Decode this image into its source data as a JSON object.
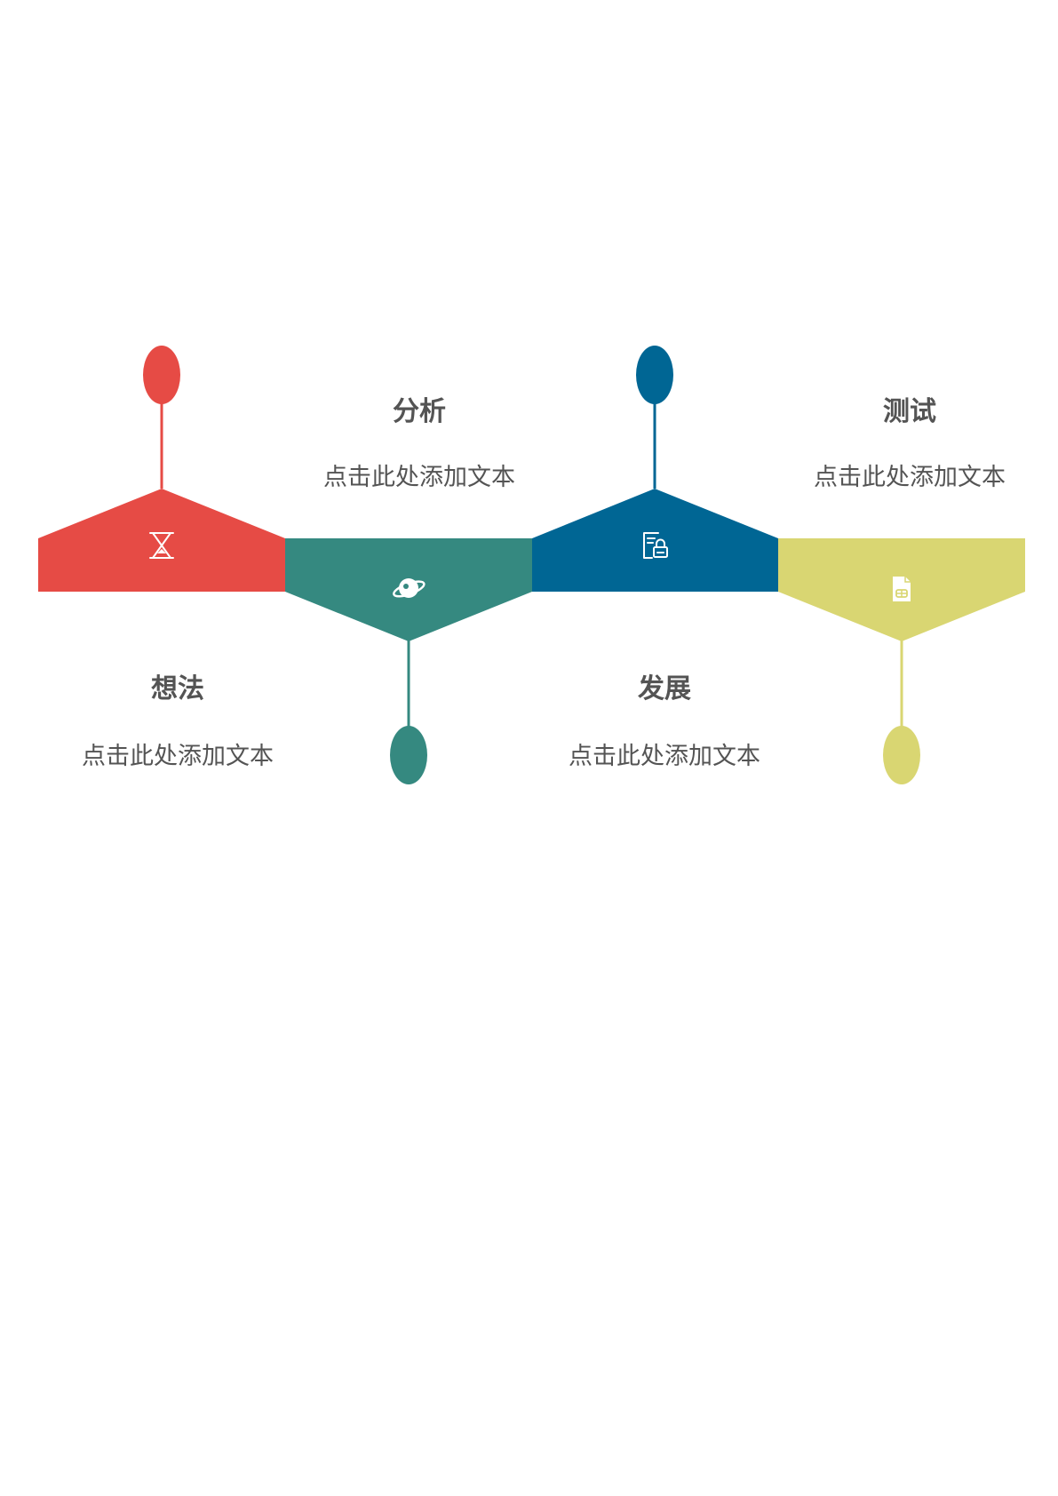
{
  "colors": {
    "red": "#E64B45",
    "teal": "#358980",
    "blue": "#006694",
    "olive": "#D9D672",
    "text": "#545454"
  },
  "steps": [
    {
      "title": "想法",
      "desc": "点击此处添加文本",
      "icon": "hourglass-icon",
      "color": "#E64B45"
    },
    {
      "title": "分析",
      "desc": "点击此处添加文本",
      "icon": "planet-icon",
      "color": "#358980"
    },
    {
      "title": "发展",
      "desc": "点击此处添加文本",
      "icon": "document-lock-icon",
      "color": "#006694"
    },
    {
      "title": "测试",
      "desc": "点击此处添加文本",
      "icon": "file-card-icon",
      "color": "#D9D672"
    }
  ]
}
